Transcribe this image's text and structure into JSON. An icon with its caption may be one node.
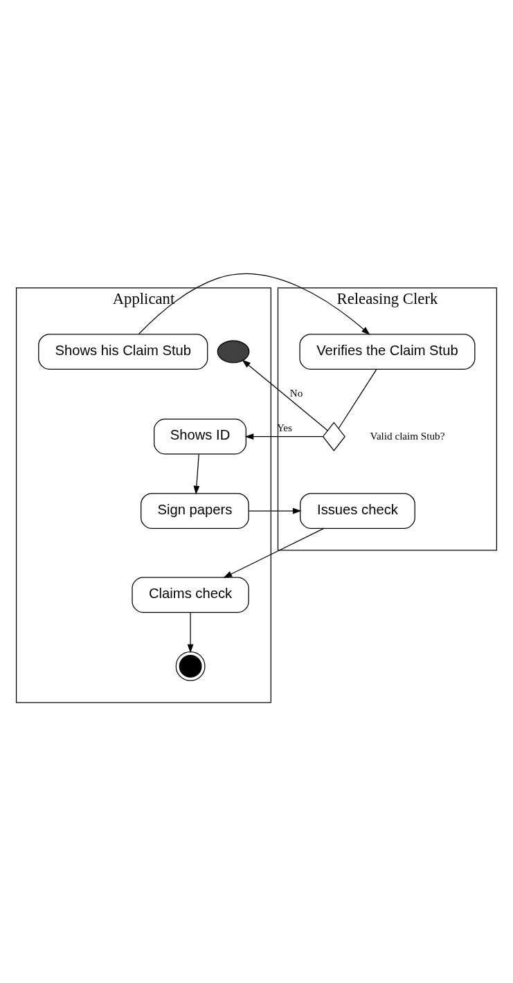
{
  "diagram": {
    "nodes": [
      {
        "text": [
          "Applicant"
        ]
      },
      {
        "text": [
          "Releasing Clerk"
        ]
      },
      {
        "text": [],
        "shape": "circle",
        "in": 0
      },
      {
        "text": [
          "Shows his Claim Stub"
        ],
        "in": 0
      },
      {
        "text": [
          "Verifies the Claim Stub"
        ],
        "in": 1
      },
      {
        "text": [],
        "shape": "diamond",
        "beside": [
          "Valid claim Stub?"
        ],
        "in": 1
      },
      {
        "text": [
          "Shows ID"
        ],
        "in": 0
      },
      {
        "text": [
          "Sign papers"
        ],
        "in": 0
      },
      {
        "text": [
          "Issues check"
        ],
        "in": 1
      },
      {
        "text": [
          "Claims check"
        ],
        "in": 0
      },
      {
        "text": [],
        "shape": "circle",
        "in": 0
      }
    ],
    "edges": [
      {
        "from": 3,
        "to": 4,
        "arrow": "to"
      },
      {
        "from": 4,
        "to": 5,
        "arrow": "none"
      },
      {
        "from": 5,
        "to": 6,
        "arrow": "to",
        "label": "Yes"
      },
      {
        "from": 5,
        "to": 2,
        "arrow": "to",
        "label": "No"
      },
      {
        "from": 6,
        "to": 7,
        "arrow": "to"
      },
      {
        "from": 7,
        "to": 8,
        "arrow": "to"
      },
      {
        "from": 8,
        "to": 9,
        "arrow": "to"
      },
      {
        "from": 9,
        "to": 10,
        "arrow": "to"
      }
    ]
  }
}
